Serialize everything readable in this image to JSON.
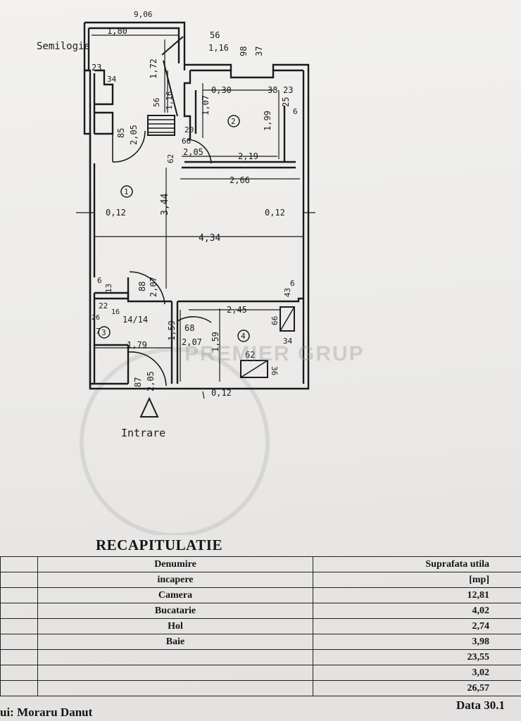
{
  "plan": {
    "labels": {
      "semilogie": "Semilogie",
      "intrare": "Intrare",
      "d_top": "9,06",
      "d_180": "1,80",
      "d_56": "56",
      "d_116": "1,16",
      "d_98": "98",
      "d_37": "37",
      "d_23a": "23",
      "d_34a": "34",
      "d_172": "1,72",
      "d_030": "0,30",
      "d_38": "38",
      "d_23b": "23",
      "d_25": "25",
      "d_6a": "6",
      "d_107": "1,07",
      "d_199": "1,99",
      "d_56b": "56",
      "d_116b": "1,16",
      "d_85": "85",
      "d_205a": "2,05",
      "d_20": "20",
      "d_66a": "66",
      "d_205b": "2,05",
      "d_219": "2,19",
      "d_62a": "62",
      "d_266": "2,66",
      "d_344": "3,44",
      "d_012a": "0,12",
      "d_012b": "0,12",
      "d_434": "4,34",
      "d_6b": "6",
      "d_13": "13",
      "d_88": "88",
      "d_207a": "2,07",
      "d_43": "43",
      "d_6c": "6",
      "d_22": "22",
      "d_26": "26",
      "d_16": "16",
      "d_1414": "14/14",
      "d_7": "7",
      "d_159a": "1,59",
      "d_68": "68",
      "d_207b": "2,07",
      "d_245": "2,45",
      "d_66b": "66",
      "d_34b": "34",
      "d_179": "1,79",
      "d_159b": "1,59",
      "d_62b": "62",
      "d_36": "36",
      "d_87": "87",
      "d_205c": "2,05",
      "d_012c": "0,12",
      "room1": "1",
      "room2": "2",
      "room3": "3",
      "room4": "4"
    },
    "watermark": "PREMIER GRUP"
  },
  "recap": {
    "title": "RECAPITULATIE",
    "header": {
      "col1_line1": "Denumire",
      "col1_line2": "incapere",
      "col2_line1": "Suprafata utila",
      "col2_line2": "[mp]"
    },
    "rows": [
      {
        "name": "Camera",
        "area": "12,81"
      },
      {
        "name": "Bucatarie",
        "area": "4,02"
      },
      {
        "name": "Hol",
        "area": "2,74"
      },
      {
        "name": "Baie",
        "area": "3,98"
      }
    ],
    "totals": [
      "23,55",
      "3,02",
      "26,57"
    ]
  },
  "footer": {
    "left": "ui: Moraru Danut",
    "right": "Data 30.1"
  }
}
